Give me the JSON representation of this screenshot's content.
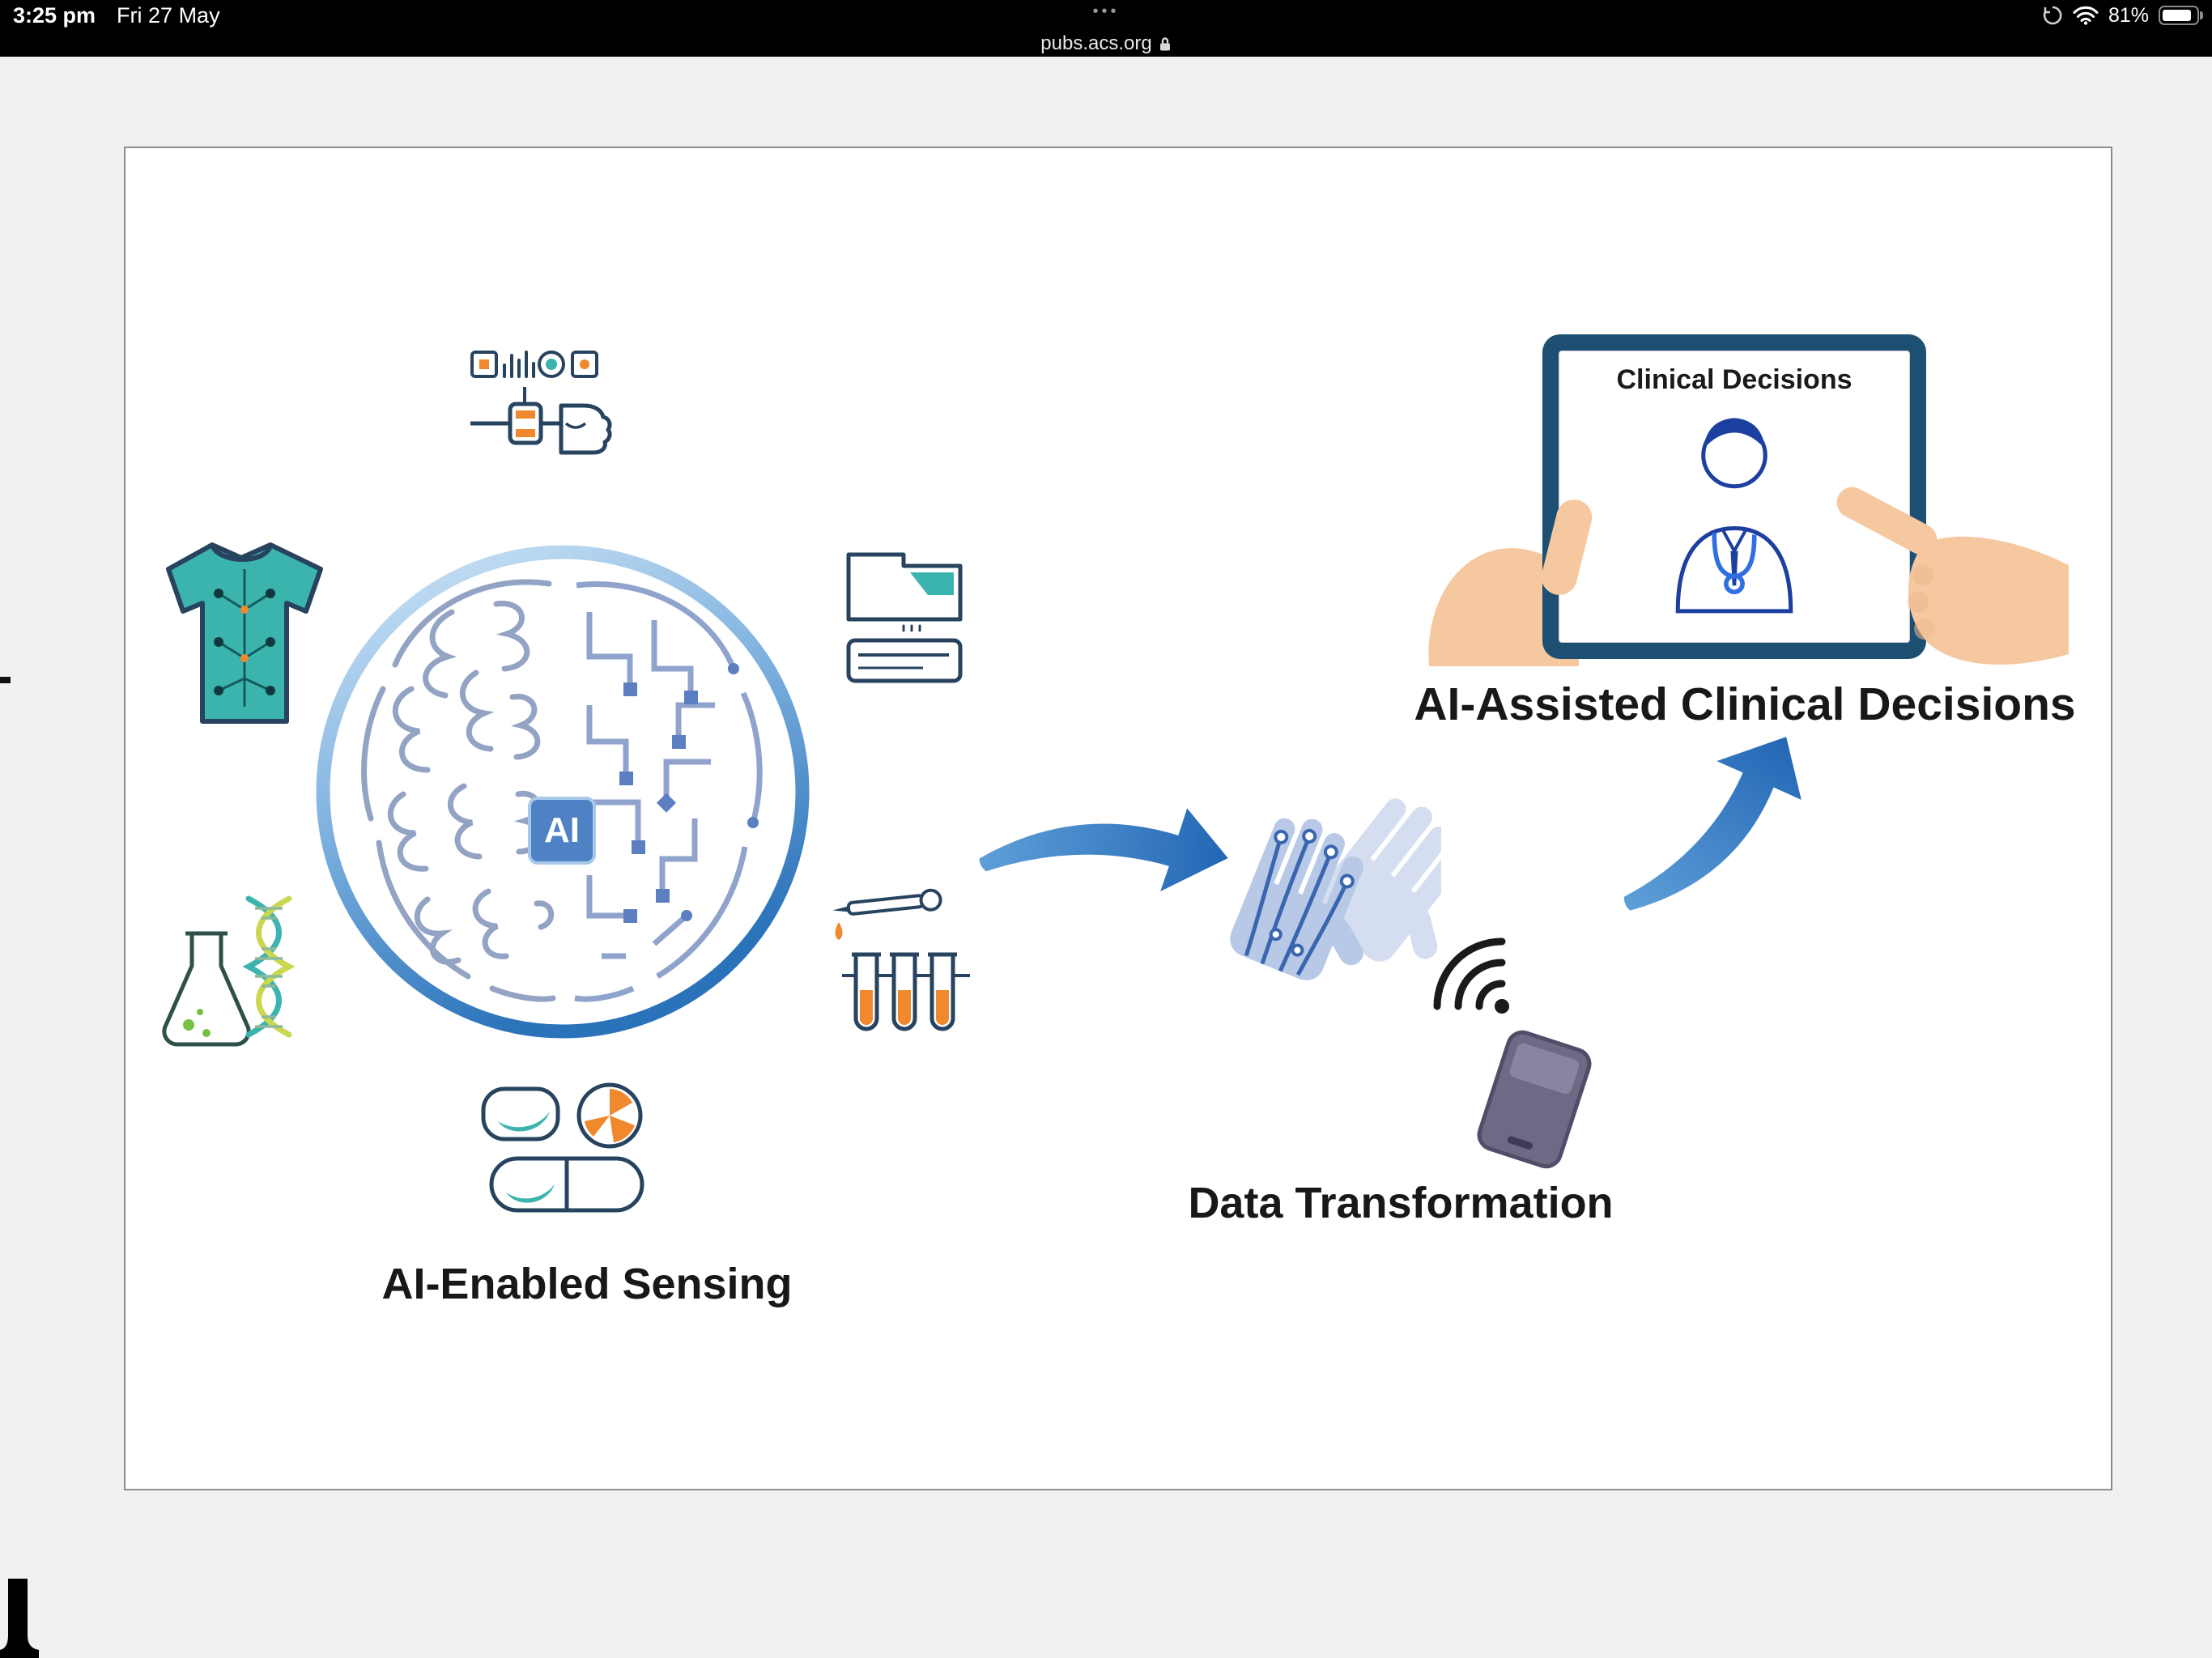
{
  "status_bar": {
    "time": "3:25 pm",
    "date": "Fri 27 May",
    "tab_dots": "•••",
    "url": "pubs.acs.org",
    "battery_percent": "81%",
    "icons": {
      "lock": "padlock",
      "wifi": "wifi-arcs",
      "battery": "battery-80-percent",
      "orientation_lock": "circular-arrow"
    }
  },
  "figure": {
    "ai_badge": "AI",
    "sensing_label": "AI-Enabled Sensing",
    "transformation_label": "Data Transformation",
    "decisions_label": "AI-Assisted Clinical Decisions",
    "tablet_screen_title": "Clinical Decisions",
    "icons": [
      "wearable-sensor-icon",
      "smart-garment-icon",
      "dna-flask-icon",
      "ai-brain-icon",
      "diagnostic-device-icon",
      "test-tubes-icon",
      "pills-icon",
      "sensor-glove-icon",
      "wireless-signal-icon",
      "handheld-reader-icon",
      "tablet-doctor-icon",
      "flow-arrow"
    ],
    "colors": {
      "teal": "#3cb4ae",
      "orange": "#f0882d",
      "navy": "#27435f",
      "arrow-blue": "#2d79c5",
      "circuit-blue": "#3a66b0",
      "glove-blue": "#b7c9e6",
      "glove-blue-light": "#d4def0",
      "skin": "#f6c8a0",
      "tablet-bezel": "#1d4f72",
      "doctor-blue": "#1c3fa0",
      "brain-gray": "#93a3c4",
      "brain-circuit": "#8fa3cc"
    }
  }
}
